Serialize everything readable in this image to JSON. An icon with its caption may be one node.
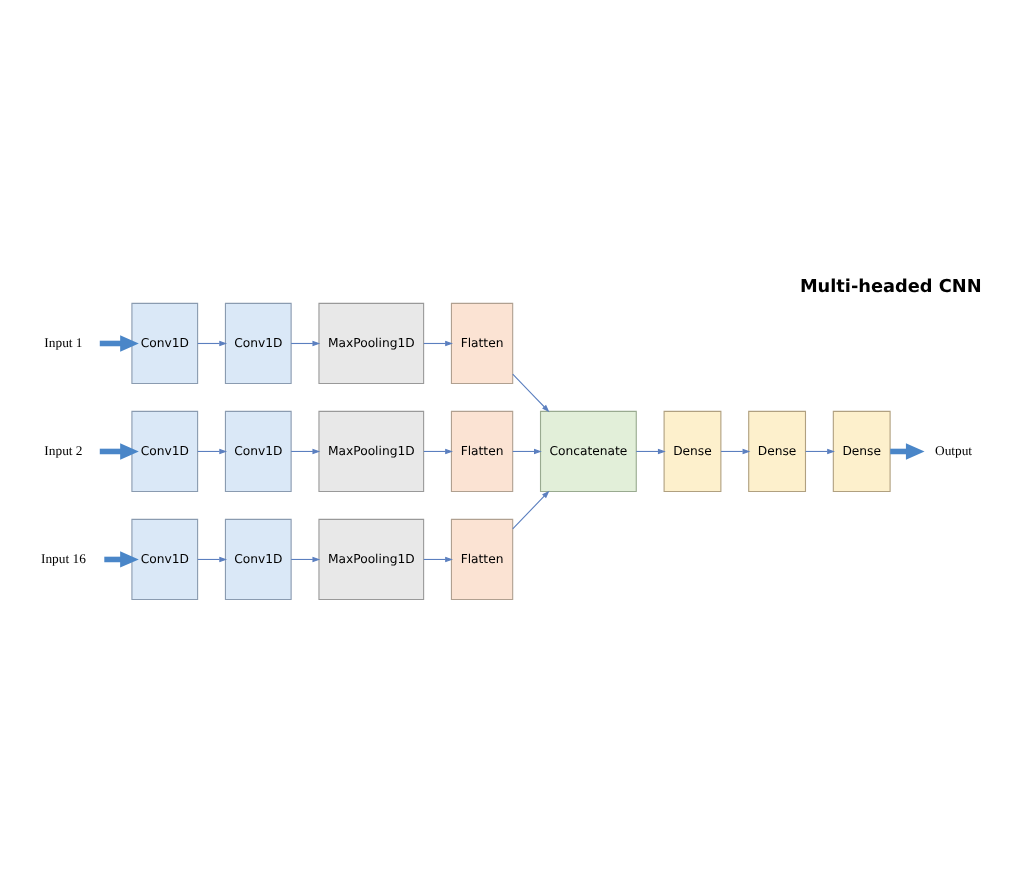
{
  "diagram": {
    "title": "Multi-headed CNN",
    "nodes": [
      {
        "text": [
          "Input 1"
        ]
      },
      {
        "text": [
          "Conv1D"
        ]
      },
      {
        "text": [
          "Conv1D"
        ]
      },
      {
        "text": [
          "MaxPooling1D"
        ]
      },
      {
        "text": [
          "Flatten"
        ]
      },
      {
        "text": [
          "Input 2"
        ]
      },
      {
        "text": [
          "Conv1D"
        ]
      },
      {
        "text": [
          "Conv1D"
        ]
      },
      {
        "text": [
          "MaxPooling1D"
        ]
      },
      {
        "text": [
          "Flatten"
        ]
      },
      {
        "text": [
          "Concatenate"
        ]
      },
      {
        "text": [
          "Dense"
        ]
      },
      {
        "text": [
          "Dense"
        ]
      },
      {
        "text": [
          "Dense"
        ]
      },
      {
        "text": [
          "Output"
        ]
      },
      {
        "text": [
          "Input 16"
        ]
      },
      {
        "text": [
          "Conv1D"
        ]
      },
      {
        "text": [
          "Conv1D"
        ]
      },
      {
        "text": [
          "MaxPooling1D"
        ]
      },
      {
        "text": [
          "Flatten"
        ]
      }
    ],
    "edges": [
      {
        "from": 0,
        "to": 1,
        "arrow": "to",
        "style": "thick",
        "color": "#4a86c8"
      },
      {
        "from": 1,
        "to": 2,
        "arrow": "to"
      },
      {
        "from": 2,
        "to": 3,
        "arrow": "to"
      },
      {
        "from": 3,
        "to": 4,
        "arrow": "to"
      },
      {
        "from": 5,
        "to": 6,
        "arrow": "to",
        "style": "thick",
        "color": "#4a86c8"
      },
      {
        "from": 6,
        "to": 7,
        "arrow": "to"
      },
      {
        "from": 7,
        "to": 8,
        "arrow": "to"
      },
      {
        "from": 8,
        "to": 9,
        "arrow": "to"
      },
      {
        "from": 15,
        "to": 16,
        "arrow": "to",
        "style": "thick",
        "color": "#4a86c8"
      },
      {
        "from": 16,
        "to": 17,
        "arrow": "to"
      },
      {
        "from": 17,
        "to": 18,
        "arrow": "to"
      },
      {
        "from": 18,
        "to": 19,
        "arrow": "to"
      },
      {
        "from": 4,
        "to": 10,
        "arrow": "to"
      },
      {
        "from": 9,
        "to": 10,
        "arrow": "to"
      },
      {
        "from": 19,
        "to": 10,
        "arrow": "to"
      },
      {
        "from": 10,
        "to": 11,
        "arrow": "to"
      },
      {
        "from": 11,
        "to": 12,
        "arrow": "to"
      },
      {
        "from": 12,
        "to": 13,
        "arrow": "to"
      },
      {
        "from": 13,
        "to": 14,
        "arrow": "to",
        "style": "thick",
        "color": "#4a86c8"
      }
    ]
  }
}
